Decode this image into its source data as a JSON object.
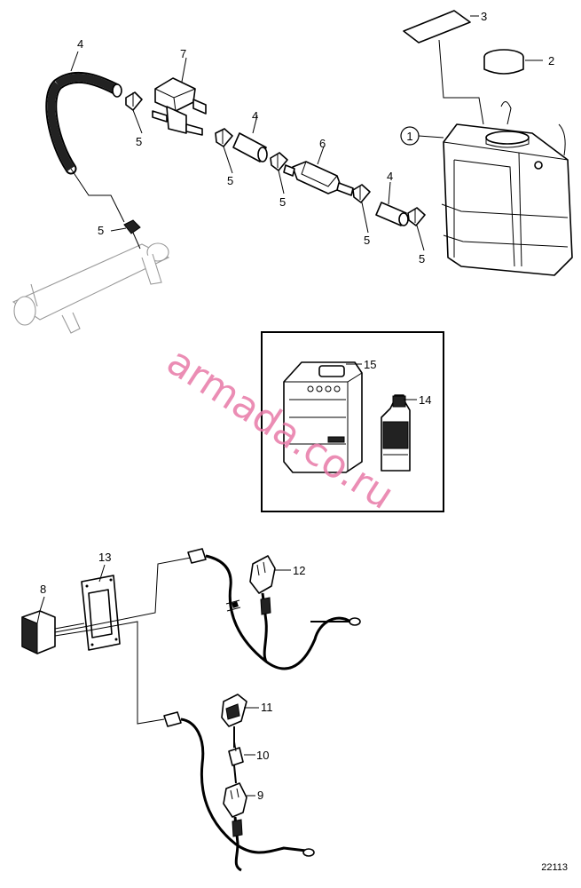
{
  "callouts": {
    "c1": "1",
    "c2": "2",
    "c3": "3",
    "c4a": "4",
    "c4b": "4",
    "c4c": "4",
    "c5a": "5",
    "c5b": "5",
    "c5c": "5",
    "c5d": "5",
    "c5e": "5",
    "c5f": "5",
    "c6": "6",
    "c7": "7",
    "c8": "8",
    "c9": "9",
    "c10": "10",
    "c11": "11",
    "c12": "12",
    "c13": "13",
    "c14": "14",
    "c15": "15"
  },
  "reference_number": "22113",
  "watermark": "armada.co.ru"
}
